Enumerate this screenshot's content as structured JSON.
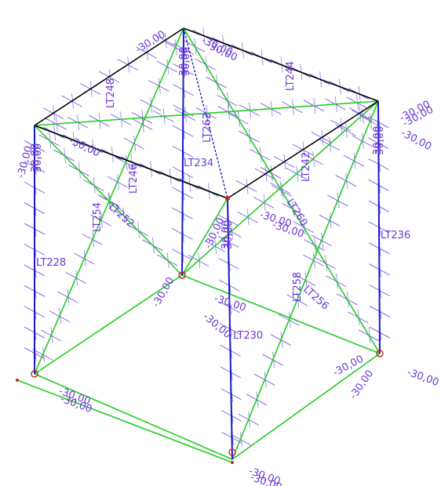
{
  "colors": {
    "background": "#ffffff",
    "column": "#1a1acc",
    "brace": "#22cc22",
    "beam": "#000000",
    "load": "#6040e0",
    "label": "#6a3ad6",
    "support": "#cc2222"
  },
  "members": {
    "LT228": "LT228",
    "LT230": "LT230",
    "LT234": "LT234",
    "LT236": "LT236",
    "LT242": "LT242",
    "LT244": "LT244",
    "LT246": "LT246",
    "LT248": "LT248",
    "LT252": "LT252",
    "LT254": "LT254",
    "LT256": "LT256",
    "LT258": "LT258",
    "LT260": "LT260",
    "LT262": "LT262"
  },
  "load_value": "-30,00",
  "load_value_alt": "30,00"
}
